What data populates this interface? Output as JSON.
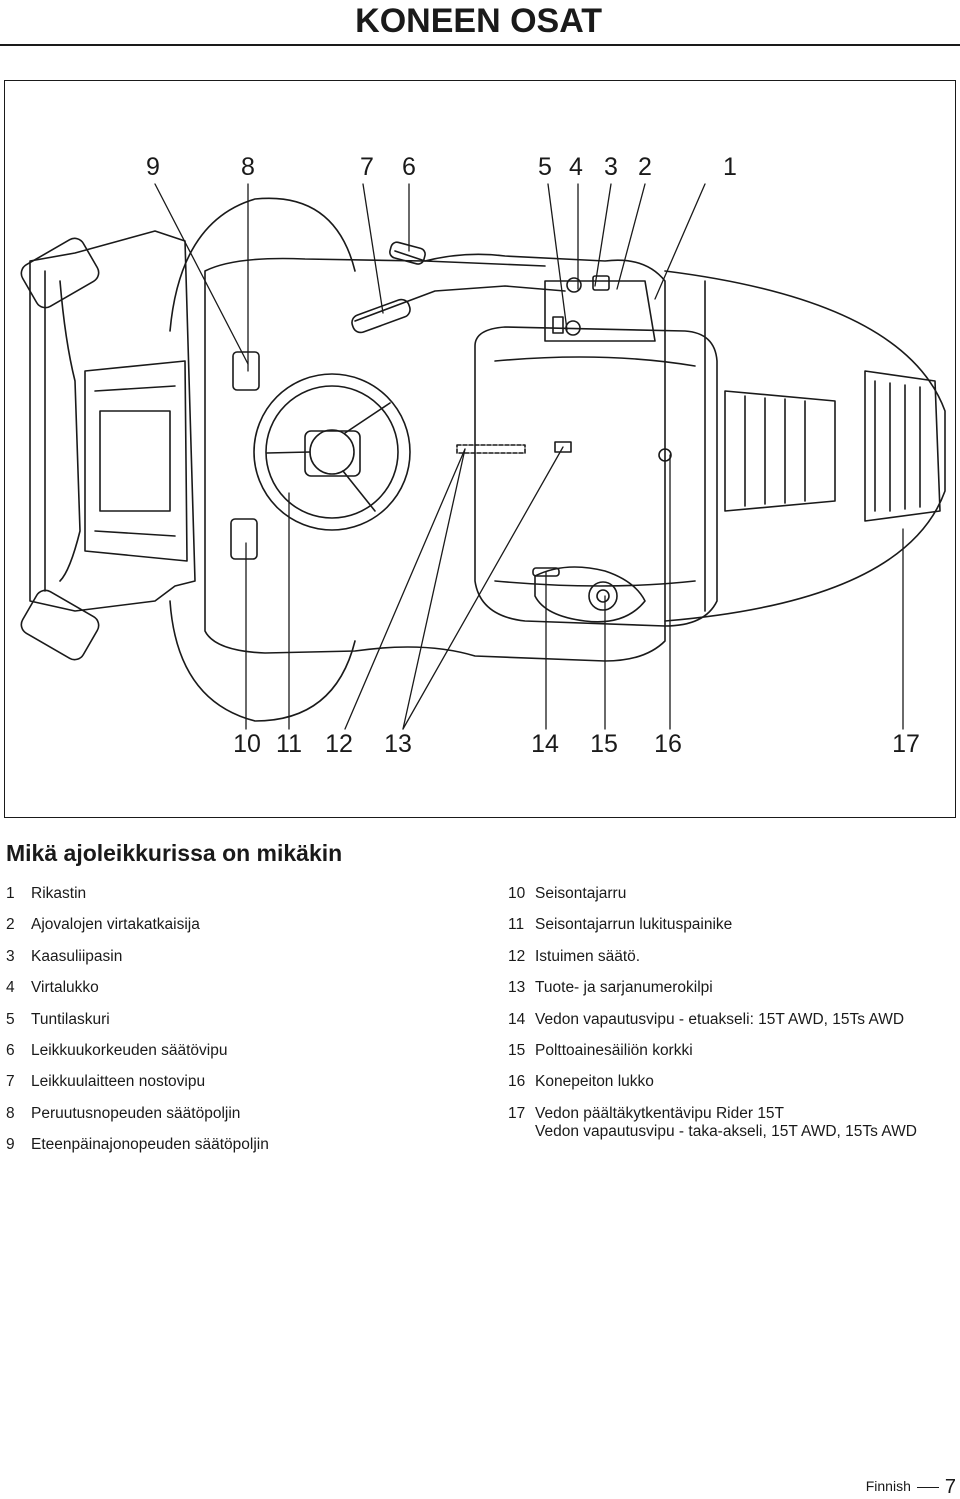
{
  "header": {
    "title": "KONEEN OSAT"
  },
  "figure": {
    "callouts_top": [
      "9",
      "8",
      "7",
      "6",
      "5",
      "4",
      "3",
      "2",
      "1"
    ],
    "callouts_bottom": [
      "10",
      "11",
      "12",
      "13",
      "14",
      "15",
      "16",
      "17"
    ]
  },
  "section": {
    "heading": "Mikä ajoleikkurissa on mikäkin"
  },
  "parts_left": [
    {
      "num": "1",
      "label": "Rikastin"
    },
    {
      "num": "2",
      "label": "Ajovalojen virtakatkaisija"
    },
    {
      "num": "3",
      "label": "Kaasuliipasin"
    },
    {
      "num": "4",
      "label": "Virtalukko"
    },
    {
      "num": "5",
      "label": "Tuntilaskuri"
    },
    {
      "num": "6",
      "label": "Leikkuukorkeuden säätövipu"
    },
    {
      "num": "7",
      "label": "Leikkuulaitteen nostovipu"
    },
    {
      "num": "8",
      "label": "Peruutusnopeuden säätöpoljin"
    },
    {
      "num": "9",
      "label": "Eteenpäinajonopeuden säätöpoljin"
    }
  ],
  "parts_right": [
    {
      "num": "10",
      "label": "Seisontajarru"
    },
    {
      "num": "11",
      "label": "Seisontajarrun lukituspainike"
    },
    {
      "num": "12",
      "label": "Istuimen säätö."
    },
    {
      "num": "13",
      "label": "Tuote- ja sarjanumerokilpi"
    },
    {
      "num": "14",
      "label": "Vedon vapautusvipu - etuakseli: 15T AWD, 15Ts AWD"
    },
    {
      "num": "15",
      "label": "Polttoainesäiliön korkki"
    },
    {
      "num": "16",
      "label": "Konepeiton lukko"
    },
    {
      "num": "17",
      "label": "Vedon päältäkytkentävipu Rider 15T",
      "label2": "Vedon vapautusvipu - taka-akseli, 15T AWD, 15Ts AWD"
    }
  ],
  "footer": {
    "language": "Finnish",
    "page": "7"
  }
}
